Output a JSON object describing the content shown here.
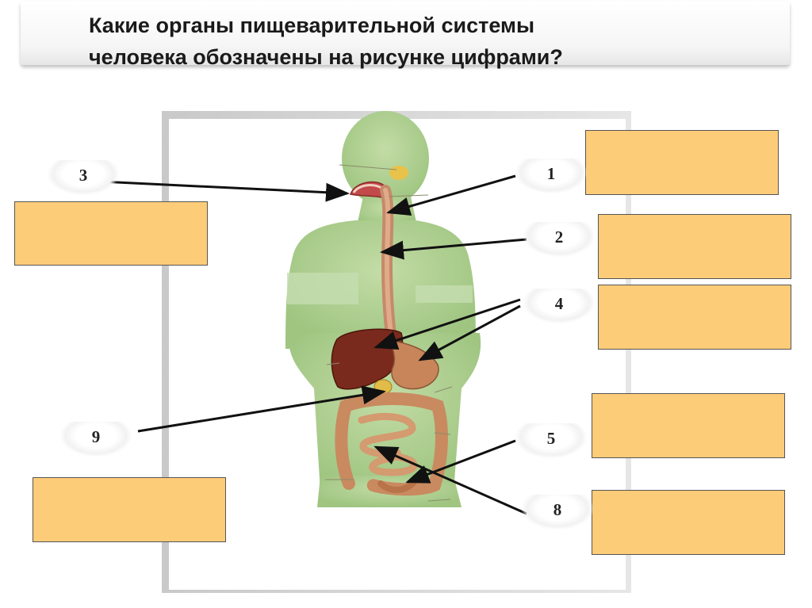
{
  "title": {
    "line1": "Какие органы пищеварительной  системы",
    "line2": "человека обозначены на рисунке цифрами?"
  },
  "labels": [
    {
      "id": "n3",
      "text": "3"
    },
    {
      "id": "n1",
      "text": "1"
    },
    {
      "id": "n2",
      "text": "2"
    },
    {
      "id": "n4",
      "text": "4"
    },
    {
      "id": "n9",
      "text": "9"
    },
    {
      "id": "n5",
      "text": "5"
    },
    {
      "id": "n8",
      "text": "8"
    }
  ],
  "answer_boxes": [
    "",
    "",
    "",
    "",
    "",
    "",
    ""
  ],
  "colors": {
    "box_fill": "#fdcc78",
    "body_silhouette": "#a9cc8c",
    "organ": "#c8855a",
    "liver": "#7a2a1c"
  }
}
